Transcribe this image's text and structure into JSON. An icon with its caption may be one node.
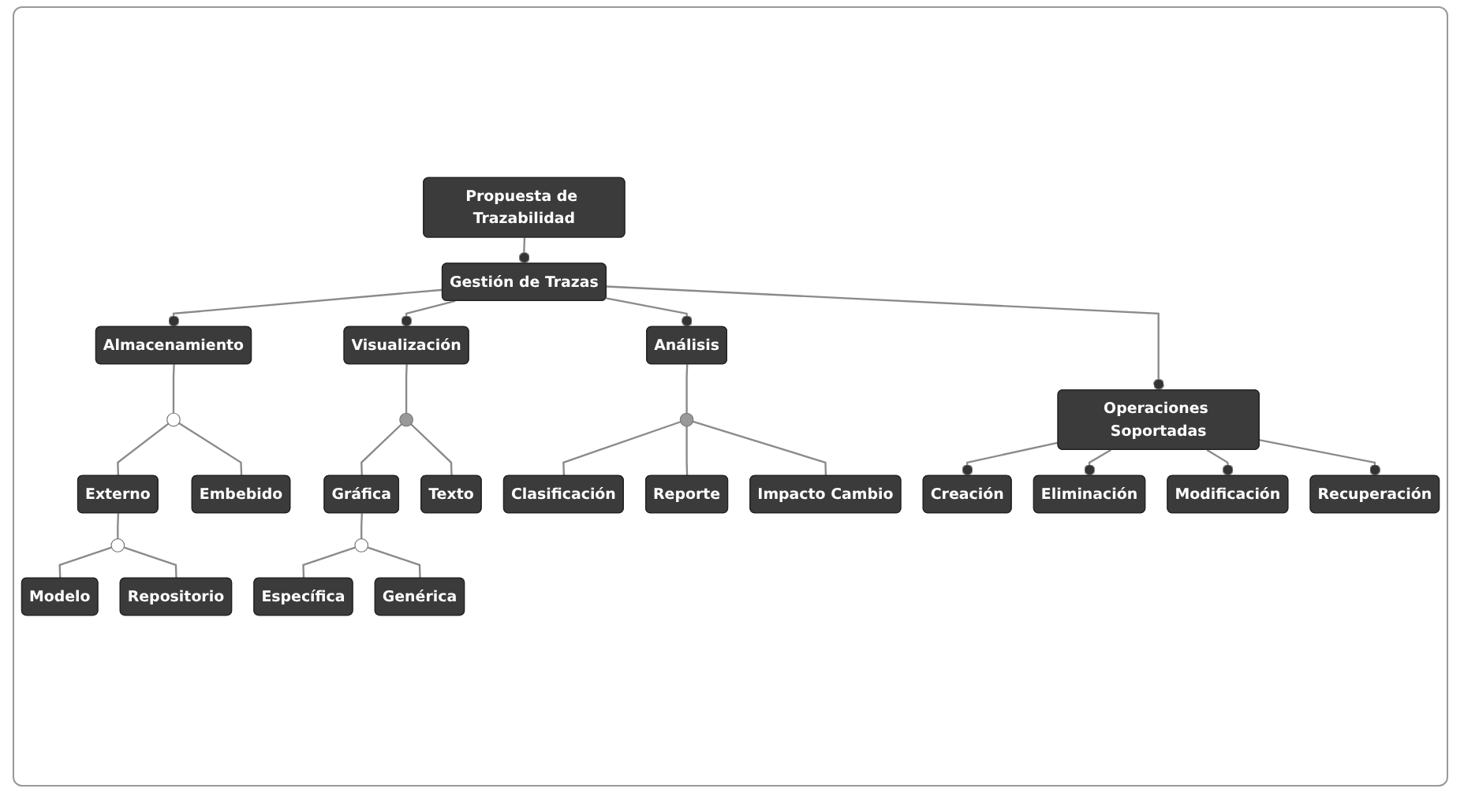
{
  "diagram": {
    "nodes": [
      {
        "text": [
          "Propuesta de Trazabilidad"
        ]
      },
      {
        "text": [
          "Gestión de Trazas"
        ]
      },
      {
        "text": [
          "Almacenamiento"
        ]
      },
      {
        "text": [
          "Análisis"
        ]
      },
      {
        "text": [],
        "shape": "circle"
      },
      {
        "text": [
          "Externo"
        ]
      },
      {
        "text": [
          "Embebido"
        ]
      },
      {
        "text": [
          "Visualización"
        ]
      },
      {
        "text": [],
        "shape": "circle"
      },
      {
        "text": [
          "Gráfica"
        ]
      },
      {
        "text": [
          "Texto"
        ]
      },
      {
        "text": [],
        "shape": "circle"
      },
      {
        "text": [
          "Modelo"
        ]
      },
      {
        "text": [
          "Repositorio"
        ]
      },
      {
        "text": [],
        "shape": "circle"
      },
      {
        "text": [
          "Clasificación"
        ]
      },
      {
        "text": [
          "Reporte"
        ]
      },
      {
        "text": [
          "Impacto Cambio"
        ]
      },
      {
        "text": [],
        "shape": "circle"
      },
      {
        "text": [
          "Específica"
        ]
      },
      {
        "text": [
          "Genérica"
        ]
      },
      {
        "text": [
          "Operaciones Soportadas"
        ]
      },
      {
        "text": [
          "Creación"
        ]
      },
      {
        "text": [
          "Eliminación"
        ]
      },
      {
        "text": [
          "Modificación"
        ]
      },
      {
        "text": [
          "Recuperación"
        ]
      }
    ],
    "edges": [
      {
        "from": 0,
        "to": 1,
        "arrow": "other"
      },
      {
        "from": 1,
        "to": 2,
        "arrow": "other"
      },
      {
        "from": 1,
        "to": 7,
        "arrow": "other"
      },
      {
        "from": 1,
        "to": 3,
        "arrow": "other"
      },
      {
        "from": 1,
        "to": 21,
        "arrow": "other"
      },
      {
        "from": 2,
        "to": 4,
        "arrow": "none"
      },
      {
        "from": 4,
        "to": 5,
        "arrow": "none"
      },
      {
        "from": 4,
        "to": 6,
        "arrow": "none"
      },
      {
        "from": 5,
        "to": 11,
        "arrow": "none"
      },
      {
        "from": 11,
        "to": 12,
        "arrow": "none"
      },
      {
        "from": 11,
        "to": 13,
        "arrow": "none"
      },
      {
        "from": 7,
        "to": 8,
        "arrow": "none"
      },
      {
        "from": 8,
        "to": 9,
        "arrow": "none"
      },
      {
        "from": 8,
        "to": 10,
        "arrow": "none"
      },
      {
        "from": 9,
        "to": 18,
        "arrow": "none"
      },
      {
        "from": 18,
        "to": 19,
        "arrow": "none"
      },
      {
        "from": 18,
        "to": 20,
        "arrow": "none"
      },
      {
        "from": 3,
        "to": 14,
        "arrow": "none"
      },
      {
        "from": 14,
        "to": 15,
        "arrow": "none"
      },
      {
        "from": 14,
        "to": 16,
        "arrow": "none"
      },
      {
        "from": 14,
        "to": 17,
        "arrow": "none"
      },
      {
        "from": 21,
        "to": 22,
        "arrow": "other"
      },
      {
        "from": 21,
        "to": 23,
        "arrow": "other"
      },
      {
        "from": 21,
        "to": 24,
        "arrow": "other"
      },
      {
        "from": 21,
        "to": 25,
        "arrow": "other"
      }
    ]
  }
}
